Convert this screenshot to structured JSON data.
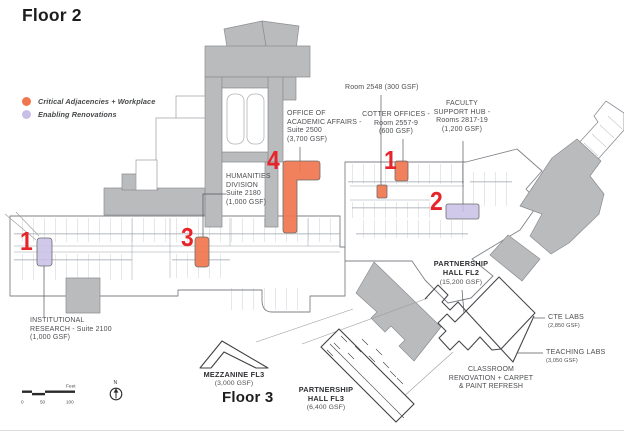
{
  "titles": {
    "floor2": "Floor 2",
    "floor3": "Floor 3"
  },
  "legend": {
    "items": [
      {
        "label": "Critical Adjacencies + Workplace",
        "key": "critical"
      },
      {
        "label": "Enabling Renovations",
        "key": "enabling"
      }
    ]
  },
  "colors": {
    "critical": "#F0764E",
    "enabling": "#C9BFE6",
    "marker": "#E8242B",
    "building_gray": "#BABBBD",
    "outline": "#7D8187"
  },
  "markers": {
    "office": "4",
    "cotter": "1",
    "faculty": "2",
    "humanities": "3",
    "institutional": "1"
  },
  "annotations": {
    "room_2548": {
      "text": "Room 2548 (300 GSF)"
    },
    "office_academic_affairs": {
      "text": "OFFICE OF\nACADEMIC AFFAIRS -\nSuite 2500\n(3,700 GSF)"
    },
    "cotter_offices": {
      "text": "COTTER OFFICES -\nRoom 2557-9\n(600 GSF)"
    },
    "faculty_support_hub": {
      "text": "FACULTY\nSUPPORT HUB -\nRooms 2817-19\n(1,200 GSF)"
    },
    "humanities_division": {
      "text": "HUMANITIES\nDIVISION\nSuite 2180\n(1,000 GSF)"
    },
    "institutional_research": {
      "text": "INSTITUTIONAL\nRESEARCH - Suite 2100\n(1,000 GSF)"
    },
    "partnership_hall_fl2": {
      "title": "PARTNERSHIP\nHALL FL2",
      "gsf": "(15,200 GSF)"
    },
    "cte_labs": {
      "title": "CTE LABS",
      "gsf": "(2,850 GSF)"
    },
    "teaching_labs": {
      "title": "TEACHING LABS",
      "gsf": "(3,050 GSF)"
    },
    "classroom_renovation": {
      "text": "CLASSROOM\nRENOVATION + CARPET\n& PAINT REFRESH"
    },
    "mezzanine_fl3": {
      "title": "MEZZANINE FL3",
      "gsf": "(3,000 GSF)"
    },
    "partnership_hall_fl3": {
      "title": "PARTNERSHIP\nHALL FL3",
      "gsf": "(6,400 GSF)"
    }
  },
  "scale_bar": {
    "unit": "Feet",
    "ticks": [
      "0",
      "50",
      "100"
    ]
  },
  "compass": {
    "label": "N"
  }
}
